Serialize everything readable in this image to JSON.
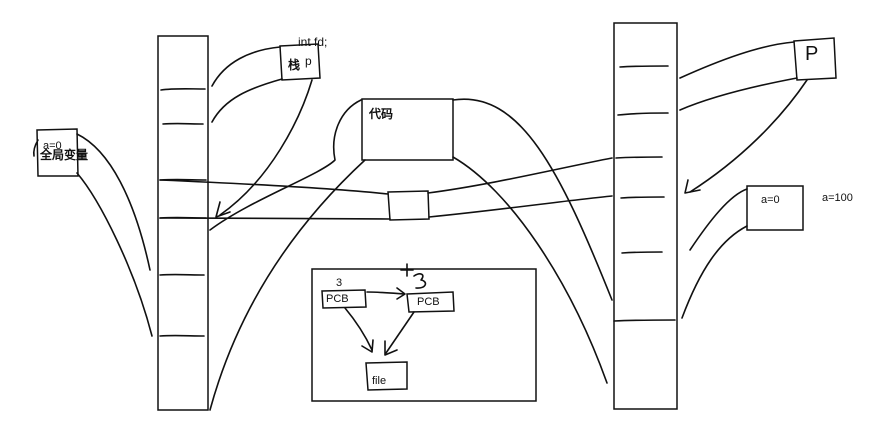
{
  "labels": {
    "int_fd": "int fd;",
    "stack_left": "栈",
    "p_left": "p",
    "p_right": "P",
    "code": "代码",
    "a0_left": "a=0",
    "global_var": "全局变量",
    "a0_right": "a=0",
    "a100": "a=100",
    "pcb_left_num": "3",
    "pcb_left": "PCB",
    "pcb_right_num": "3",
    "pcb_right": "PCB",
    "file": "file"
  },
  "colors": {
    "ink": "#111111",
    "background": "#ffffff"
  }
}
